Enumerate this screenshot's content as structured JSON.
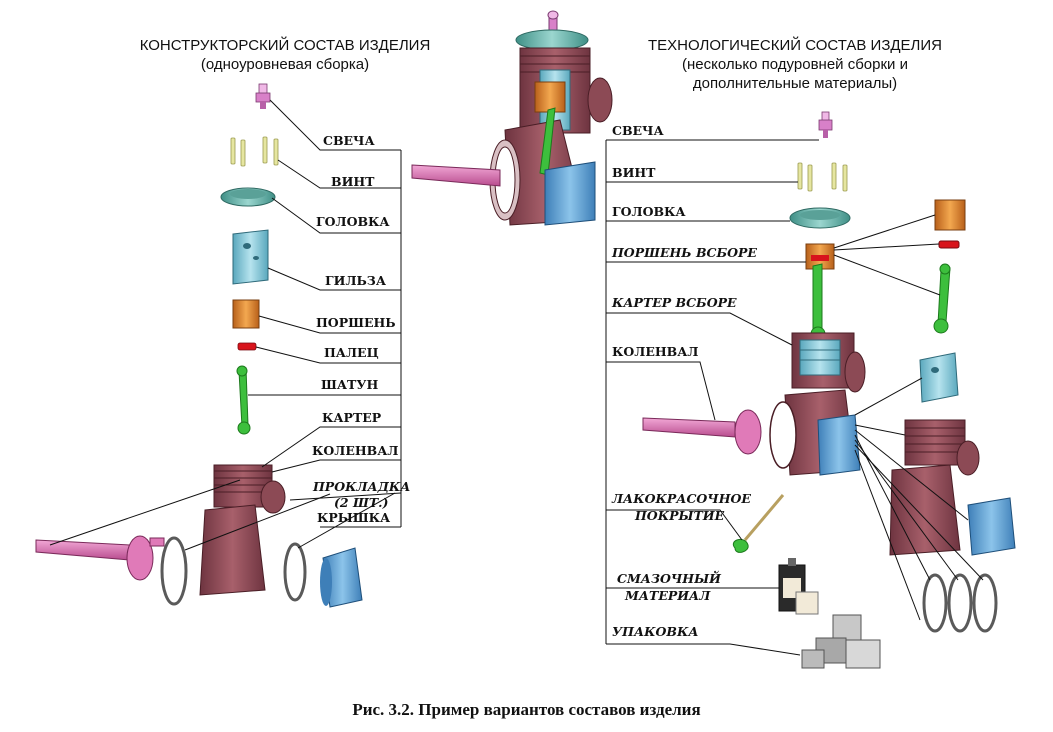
{
  "left": {
    "title": "КОНСТРУКТОРСКИЙ СОСТАВ ИЗДЕЛИЯ",
    "subtitle": "(одноуровневая сборка)",
    "labels": [
      "СВЕЧА",
      "ВИНТ",
      "ГОЛОВКА",
      "ГИЛЬЗА",
      "ПОРШЕНЬ",
      "ПАЛЕЦ",
      "ШАТУН",
      "КАРТЕР",
      "КОЛЕНВАЛ",
      "ПРОКЛАДКА",
      "(2 ШТ.)",
      "КРЫШКА"
    ]
  },
  "right": {
    "title": "ТЕХНОЛОГИЧЕСКИЙ СОСТАВ ИЗДЕЛИЯ",
    "subtitle_line1": "(несколько подуровней сборки и",
    "subtitle_line2": "дополнительные материалы)",
    "labels": [
      "СВЕЧА",
      "ВИНТ",
      "ГОЛОВКА",
      "ПОРШЕНЬ ВСБОРЕ",
      "КАРТЕР ВСБОРЕ",
      "КОЛЕНВАЛ",
      "ЛАКОКРАСОЧНОЕ",
      "ПОКРЫТИЕ",
      "СМАЗОЧНЫЙ",
      "МАТЕРИАЛ",
      "УПАКОВКА"
    ]
  },
  "caption": "Рис. 3.2. Пример вариантов составов изделия",
  "colors": {
    "crankcase": "#8c4a55",
    "cylinder": "#7fc3d6",
    "head": "#6ab0a8",
    "piston": "#e08a2e",
    "pin": "#d8141c",
    "rod": "#3dbf3d",
    "crankshaft": "#e07ab8",
    "cover": "#5aa0d8",
    "spark_plug": "#d880c8",
    "screw": "#e6e6a0"
  }
}
